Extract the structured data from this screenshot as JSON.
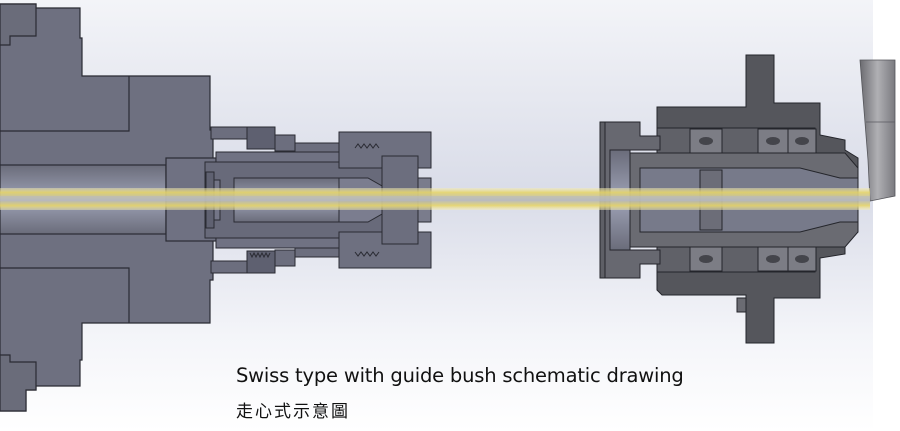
{
  "figure": {
    "title_en": "Swiss type with guide bush schematic drawing",
    "title_zh": "走心式示意圖",
    "components": [
      {
        "name": "main-spindle",
        "position": "left"
      },
      {
        "name": "collet-chuck",
        "position": "center-left"
      },
      {
        "name": "guide-bush",
        "position": "right"
      },
      {
        "name": "cutting-tool",
        "position": "far-right"
      },
      {
        "name": "bar-stock",
        "position": "horizontal-center-line"
      }
    ],
    "colors": {
      "part_fill": "#6e7080",
      "part_dark": "#55565f",
      "outline": "#2a2b33",
      "bar_stock": "#e8d978",
      "bar_core": "#b9bbbd",
      "background_top": "#eceef4",
      "background_mid": "#d9dce8",
      "tool_fill": "#8a8a8e"
    }
  }
}
